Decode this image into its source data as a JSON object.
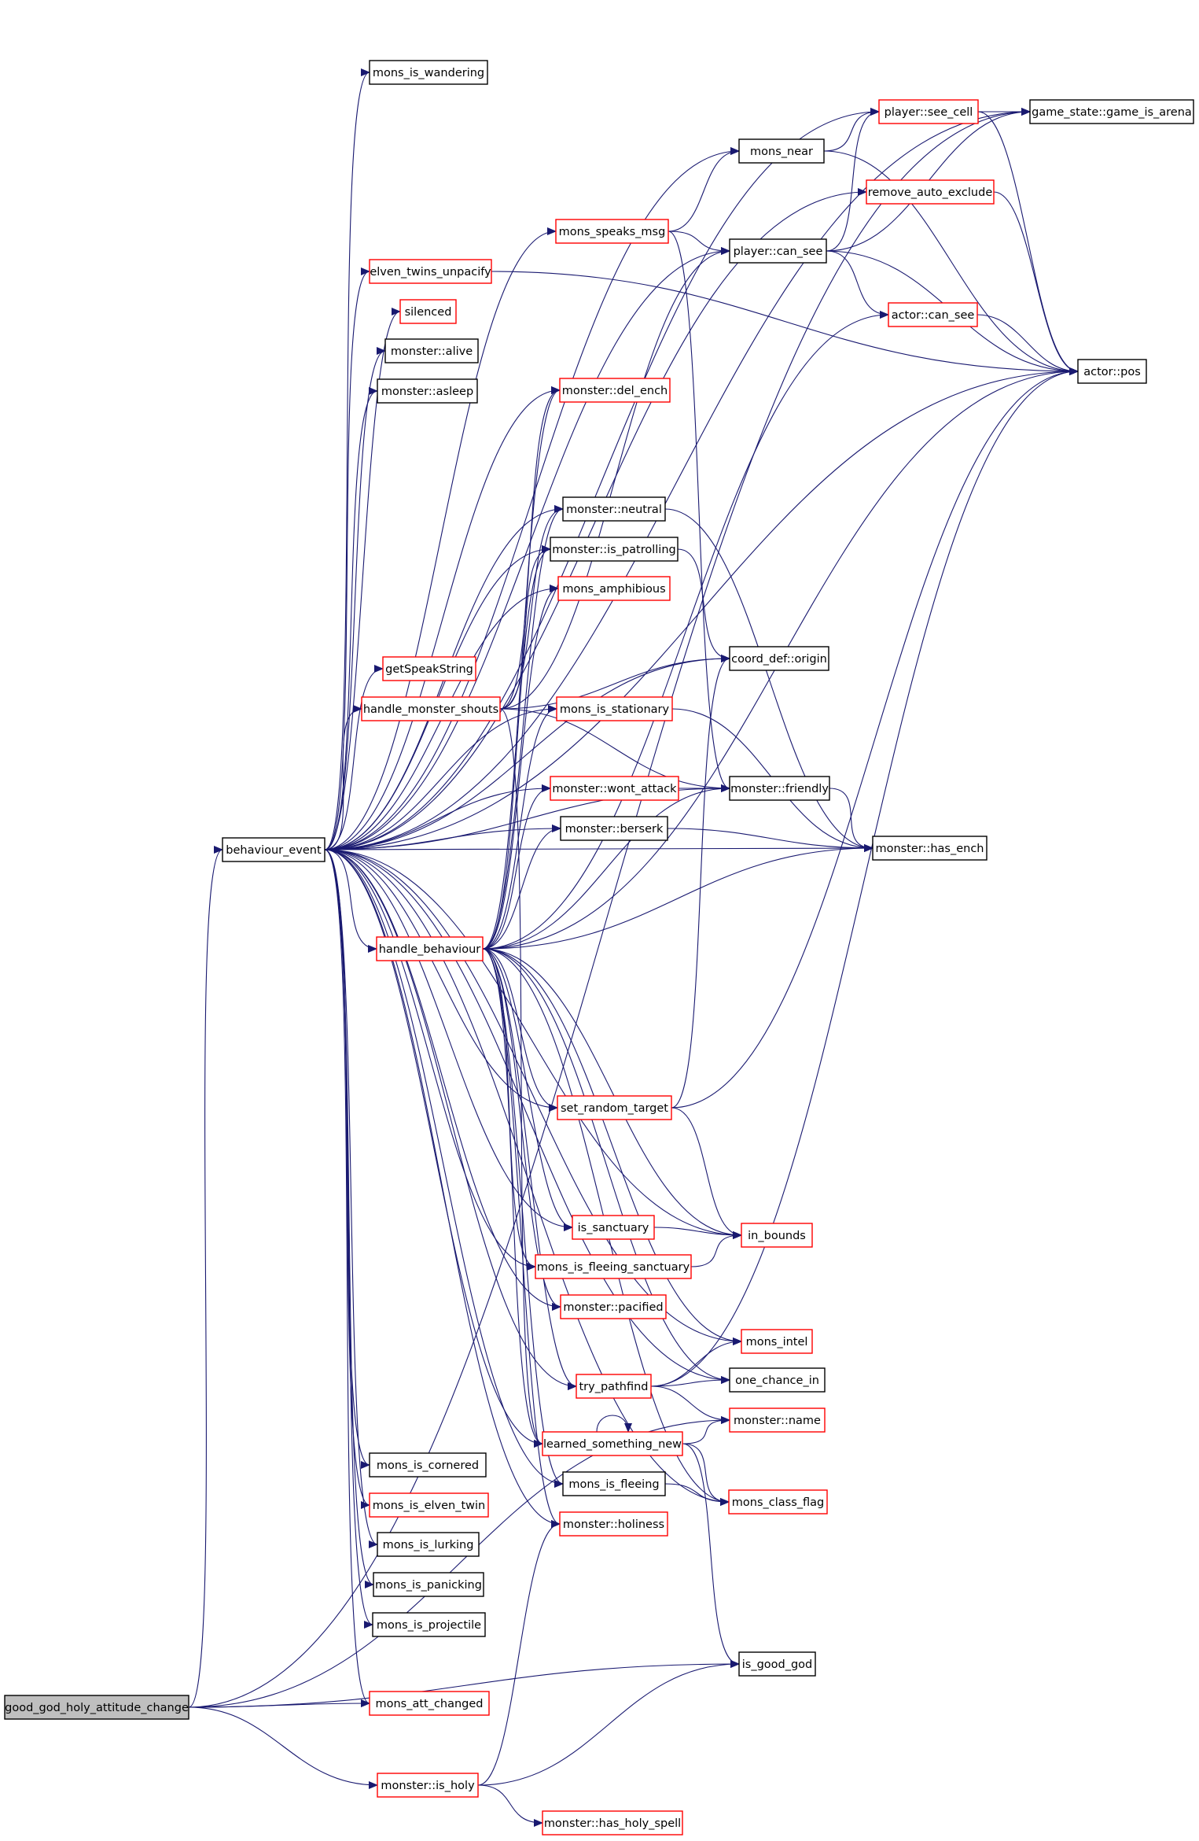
{
  "graph": {
    "root": "good_god_holy_attitude_change",
    "node_styles": {
      "root_fill": "#bfbfbf",
      "documented_border": "#000000",
      "undocumented_border": "#ff0000",
      "edge_color": "#191970"
    },
    "nodes": [
      {
        "id": "good_god_holy_attitude_change",
        "label": "good_god_holy_attitude_change",
        "style": "root"
      },
      {
        "id": "behaviour_event",
        "label": "behaviour_event",
        "style": "black"
      },
      {
        "id": "mons_is_wandering",
        "label": "mons_is_wandering",
        "style": "black"
      },
      {
        "id": "player_see_cell",
        "label": "player::see_cell",
        "style": "red"
      },
      {
        "id": "game_is_arena",
        "label": "game_state::game_is_arena",
        "style": "black"
      },
      {
        "id": "mons_near",
        "label": "mons_near",
        "style": "black"
      },
      {
        "id": "remove_auto_exclude",
        "label": "remove_auto_exclude",
        "style": "red"
      },
      {
        "id": "mons_speaks_msg",
        "label": "mons_speaks_msg",
        "style": "red"
      },
      {
        "id": "player_can_see",
        "label": "player::can_see",
        "style": "black"
      },
      {
        "id": "elven_twins_unpacify",
        "label": "elven_twins_unpacify",
        "style": "red"
      },
      {
        "id": "actor_can_see",
        "label": "actor::can_see",
        "style": "red"
      },
      {
        "id": "silenced",
        "label": "silenced",
        "style": "red"
      },
      {
        "id": "monster_alive",
        "label": "monster::alive",
        "style": "black"
      },
      {
        "id": "actor_pos",
        "label": "actor::pos",
        "style": "black"
      },
      {
        "id": "monster_asleep",
        "label": "monster::asleep",
        "style": "black"
      },
      {
        "id": "monster_del_ench",
        "label": "monster::del_ench",
        "style": "red"
      },
      {
        "id": "monster_neutral",
        "label": "monster::neutral",
        "style": "black"
      },
      {
        "id": "monster_is_patrolling",
        "label": "monster::is_patrolling",
        "style": "black"
      },
      {
        "id": "mons_amphibious",
        "label": "mons_amphibious",
        "style": "red"
      },
      {
        "id": "coord_def_origin",
        "label": "coord_def::origin",
        "style": "black"
      },
      {
        "id": "getSpeakString",
        "label": "getSpeakString",
        "style": "red"
      },
      {
        "id": "handle_monster_shouts",
        "label": "handle_monster_shouts",
        "style": "red"
      },
      {
        "id": "mons_is_stationary",
        "label": "mons_is_stationary",
        "style": "red"
      },
      {
        "id": "monster_wont_attack",
        "label": "monster::wont_attack",
        "style": "red"
      },
      {
        "id": "monster_friendly",
        "label": "monster::friendly",
        "style": "black"
      },
      {
        "id": "monster_berserk",
        "label": "monster::berserk",
        "style": "black"
      },
      {
        "id": "monster_has_ench",
        "label": "monster::has_ench",
        "style": "black"
      },
      {
        "id": "handle_behaviour",
        "label": "handle_behaviour",
        "style": "red"
      },
      {
        "id": "set_random_target",
        "label": "set_random_target",
        "style": "red"
      },
      {
        "id": "is_sanctuary",
        "label": "is_sanctuary",
        "style": "red"
      },
      {
        "id": "in_bounds",
        "label": "in_bounds",
        "style": "red"
      },
      {
        "id": "mons_is_fleeing_sanctuary",
        "label": "mons_is_fleeing_sanctuary",
        "style": "red"
      },
      {
        "id": "monster_pacified",
        "label": "monster::pacified",
        "style": "red"
      },
      {
        "id": "mons_intel",
        "label": "mons_intel",
        "style": "red"
      },
      {
        "id": "try_pathfind",
        "label": "try_pathfind",
        "style": "red"
      },
      {
        "id": "one_chance_in",
        "label": "one_chance_in",
        "style": "black"
      },
      {
        "id": "monster_name",
        "label": "monster::name",
        "style": "red"
      },
      {
        "id": "learned_something_new",
        "label": "learned_something_new",
        "style": "red"
      },
      {
        "id": "mons_is_cornered",
        "label": "mons_is_cornered",
        "style": "black"
      },
      {
        "id": "mons_is_fleeing",
        "label": "mons_is_fleeing",
        "style": "black"
      },
      {
        "id": "mons_class_flag",
        "label": "mons_class_flag",
        "style": "red"
      },
      {
        "id": "mons_is_elven_twin",
        "label": "mons_is_elven_twin",
        "style": "red"
      },
      {
        "id": "monster_holiness",
        "label": "monster::holiness",
        "style": "red"
      },
      {
        "id": "mons_is_lurking",
        "label": "mons_is_lurking",
        "style": "black"
      },
      {
        "id": "mons_is_panicking",
        "label": "mons_is_panicking",
        "style": "black"
      },
      {
        "id": "mons_is_projectile",
        "label": "mons_is_projectile",
        "style": "black"
      },
      {
        "id": "is_good_god",
        "label": "is_good_god",
        "style": "black"
      },
      {
        "id": "mons_att_changed",
        "label": "mons_att_changed",
        "style": "red"
      },
      {
        "id": "monster_is_holy",
        "label": "monster::is_holy",
        "style": "red"
      },
      {
        "id": "monster_has_holy_spell",
        "label": "monster::has_holy_spell",
        "style": "red"
      }
    ],
    "edges": [
      [
        "good_god_holy_attitude_change",
        "behaviour_event"
      ],
      [
        "good_god_holy_attitude_change",
        "mons_att_changed"
      ],
      [
        "good_god_holy_attitude_change",
        "monster_is_holy"
      ],
      [
        "good_god_holy_attitude_change",
        "is_good_god"
      ],
      [
        "good_god_holy_attitude_change",
        "game_is_arena"
      ],
      [
        "good_god_holy_attitude_change",
        "monster_name"
      ],
      [
        "behaviour_event",
        "mons_is_wandering"
      ],
      [
        "behaviour_event",
        "game_is_arena"
      ],
      [
        "behaviour_event",
        "player_see_cell"
      ],
      [
        "behaviour_event",
        "mons_near"
      ],
      [
        "behaviour_event",
        "remove_auto_exclude"
      ],
      [
        "behaviour_event",
        "mons_speaks_msg"
      ],
      [
        "behaviour_event",
        "player_can_see"
      ],
      [
        "behaviour_event",
        "elven_twins_unpacify"
      ],
      [
        "behaviour_event",
        "silenced"
      ],
      [
        "behaviour_event",
        "monster_alive"
      ],
      [
        "behaviour_event",
        "monster_asleep"
      ],
      [
        "behaviour_event",
        "actor_pos"
      ],
      [
        "behaviour_event",
        "monster_del_ench"
      ],
      [
        "behaviour_event",
        "monster_neutral"
      ],
      [
        "behaviour_event",
        "monster_is_patrolling"
      ],
      [
        "behaviour_event",
        "mons_amphibious"
      ],
      [
        "behaviour_event",
        "coord_def_origin"
      ],
      [
        "behaviour_event",
        "getSpeakString"
      ],
      [
        "behaviour_event",
        "handle_monster_shouts"
      ],
      [
        "behaviour_event",
        "mons_is_stationary"
      ],
      [
        "behaviour_event",
        "monster_wont_attack"
      ],
      [
        "behaviour_event",
        "monster_friendly"
      ],
      [
        "behaviour_event",
        "monster_berserk"
      ],
      [
        "behaviour_event",
        "monster_has_ench"
      ],
      [
        "behaviour_event",
        "handle_behaviour"
      ],
      [
        "behaviour_event",
        "set_random_target"
      ],
      [
        "behaviour_event",
        "is_sanctuary"
      ],
      [
        "behaviour_event",
        "in_bounds"
      ],
      [
        "behaviour_event",
        "mons_is_fleeing_sanctuary"
      ],
      [
        "behaviour_event",
        "monster_pacified"
      ],
      [
        "behaviour_event",
        "mons_intel"
      ],
      [
        "behaviour_event",
        "try_pathfind"
      ],
      [
        "behaviour_event",
        "one_chance_in"
      ],
      [
        "behaviour_event",
        "learned_something_new"
      ],
      [
        "behaviour_event",
        "mons_is_cornered"
      ],
      [
        "behaviour_event",
        "mons_is_fleeing"
      ],
      [
        "behaviour_event",
        "mons_class_flag"
      ],
      [
        "behaviour_event",
        "mons_is_elven_twin"
      ],
      [
        "behaviour_event",
        "monster_holiness"
      ],
      [
        "behaviour_event",
        "mons_is_lurking"
      ],
      [
        "behaviour_event",
        "mons_is_panicking"
      ],
      [
        "behaviour_event",
        "mons_is_projectile"
      ],
      [
        "behaviour_event",
        "mons_att_changed"
      ],
      [
        "player_see_cell",
        "game_is_arena"
      ],
      [
        "player_see_cell",
        "actor_pos"
      ],
      [
        "mons_near",
        "player_see_cell"
      ],
      [
        "mons_near",
        "actor_pos"
      ],
      [
        "remove_auto_exclude",
        "actor_pos"
      ],
      [
        "mons_speaks_msg",
        "mons_near"
      ],
      [
        "mons_speaks_msg",
        "player_can_see"
      ],
      [
        "mons_speaks_msg",
        "monster_friendly"
      ],
      [
        "player_can_see",
        "player_see_cell"
      ],
      [
        "player_can_see",
        "game_is_arena"
      ],
      [
        "player_can_see",
        "actor_can_see"
      ],
      [
        "player_can_see",
        "actor_pos"
      ],
      [
        "elven_twins_unpacify",
        "actor_pos"
      ],
      [
        "actor_can_see",
        "actor_pos"
      ],
      [
        "monster_neutral",
        "monster_has_ench"
      ],
      [
        "monster_is_patrolling",
        "coord_def_origin"
      ],
      [
        "handle_monster_shouts",
        "player_can_see"
      ],
      [
        "handle_monster_shouts",
        "monster_del_ench"
      ],
      [
        "handle_monster_shouts",
        "monster_neutral"
      ],
      [
        "handle_monster_shouts",
        "monster_is_patrolling"
      ],
      [
        "handle_monster_shouts",
        "coord_def_origin"
      ],
      [
        "handle_monster_shouts",
        "monster_friendly"
      ],
      [
        "handle_monster_shouts",
        "learned_something_new"
      ],
      [
        "mons_is_stationary",
        "monster_has_ench"
      ],
      [
        "monster_wont_attack",
        "monster_friendly"
      ],
      [
        "monster_friendly",
        "monster_has_ench"
      ],
      [
        "monster_berserk",
        "monster_has_ench"
      ],
      [
        "handle_behaviour",
        "actor_can_see"
      ],
      [
        "handle_behaviour",
        "actor_pos"
      ],
      [
        "handle_behaviour",
        "monster_del_ench"
      ],
      [
        "handle_behaviour",
        "monster_neutral"
      ],
      [
        "handle_behaviour",
        "monster_is_patrolling"
      ],
      [
        "handle_behaviour",
        "mons_amphibious"
      ],
      [
        "handle_behaviour",
        "mons_is_stationary"
      ],
      [
        "handle_behaviour",
        "monster_wont_attack"
      ],
      [
        "handle_behaviour",
        "monster_friendly"
      ],
      [
        "handle_behaviour",
        "monster_berserk"
      ],
      [
        "handle_behaviour",
        "monster_has_ench"
      ],
      [
        "handle_behaviour",
        "set_random_target"
      ],
      [
        "handle_behaviour",
        "is_sanctuary"
      ],
      [
        "handle_behaviour",
        "in_bounds"
      ],
      [
        "handle_behaviour",
        "mons_is_fleeing_sanctuary"
      ],
      [
        "handle_behaviour",
        "monster_pacified"
      ],
      [
        "handle_behaviour",
        "mons_intel"
      ],
      [
        "handle_behaviour",
        "try_pathfind"
      ],
      [
        "handle_behaviour",
        "one_chance_in"
      ],
      [
        "handle_behaviour",
        "learned_something_new"
      ],
      [
        "handle_behaviour",
        "mons_is_fleeing"
      ],
      [
        "handle_behaviour",
        "mons_class_flag"
      ],
      [
        "handle_behaviour",
        "monster_holiness"
      ],
      [
        "set_random_target",
        "coord_def_origin"
      ],
      [
        "set_random_target",
        "in_bounds"
      ],
      [
        "set_random_target",
        "actor_pos"
      ],
      [
        "is_sanctuary",
        "in_bounds"
      ],
      [
        "mons_is_fleeing_sanctuary",
        "in_bounds"
      ],
      [
        "try_pathfind",
        "mons_intel"
      ],
      [
        "try_pathfind",
        "one_chance_in"
      ],
      [
        "try_pathfind",
        "monster_name"
      ],
      [
        "try_pathfind",
        "actor_pos"
      ],
      [
        "learned_something_new",
        "learned_something_new"
      ],
      [
        "learned_something_new",
        "monster_name"
      ],
      [
        "learned_something_new",
        "mons_class_flag"
      ],
      [
        "learned_something_new",
        "is_good_god"
      ],
      [
        "mons_is_fleeing",
        "mons_class_flag"
      ],
      [
        "monster_is_holy",
        "monster_has_holy_spell"
      ],
      [
        "monster_is_holy",
        "monster_holiness"
      ],
      [
        "monster_is_holy",
        "is_good_god"
      ]
    ]
  }
}
